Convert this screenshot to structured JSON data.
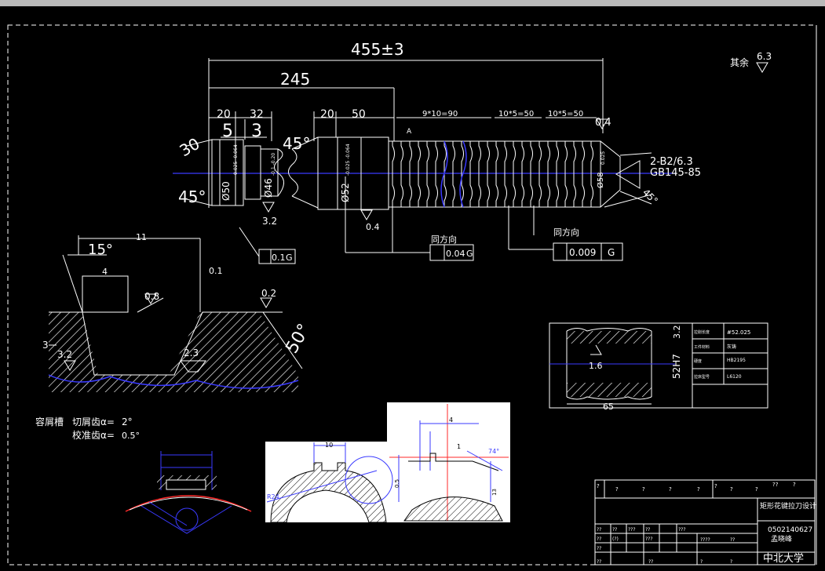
{
  "dims": {
    "total": "455±3",
    "d245": "245",
    "d20a": "20",
    "d32": "32",
    "d5": "5",
    "d3": "3",
    "d20b": "20",
    "d50": "50",
    "pitch1": "9*10=90",
    "pitch2": "10*5=50",
    "pitch3": "10*5=50",
    "d04": "0.4",
    "a30": "30",
    "a45a": "45°",
    "a45b": "45°",
    "a45c": "45°",
    "phi50": "Ø50",
    "tol50": "-0.025 -0.064",
    "phi46": "Ø46",
    "tol46": "-0.1 -0.20",
    "phi52": "Ø52",
    "tol52": "-0.025 -0.064",
    "phi58": "Ø58",
    "tol58": "0.025",
    "r32": "3.2",
    "r04": "0.4",
    "center": "2-B2/6.3",
    "gb": "GB145-85",
    "tol1": "0.1",
    "datum": "G",
    "same1": "同方向",
    "tol2": "0.04",
    "same2": "同方向",
    "tol3": "0.009",
    "mark_a": "A"
  },
  "rest": {
    "label": "其余",
    "value": "6.3"
  },
  "tooth": {
    "d11": "11",
    "d15": "15°",
    "d4": "4",
    "d01": "0.1",
    "r08": "0.8",
    "r02": "0.2",
    "a50": "50°",
    "d3": "3",
    "r32": "3.2",
    "r23": "2.3"
  },
  "note": {
    "line1_label": "容屑槽",
    "line1_mid": "切屑齿α=",
    "line1_val": "2°",
    "line2_mid": "校准齿α=",
    "line2_val": "0.5°"
  },
  "section": {
    "dim1": "52H7",
    "dim2": "3.2",
    "dim3": "1.6",
    "dim4": "65",
    "params": [
      {
        "label": "拉削长度",
        "value": "#52.025"
      },
      {
        "label": "工件材料",
        "value": "灰铸"
      },
      {
        "label": "硬度",
        "value": "HB2195"
      },
      {
        "label": "拉床型号",
        "value": "L6120"
      }
    ]
  },
  "inset1": {
    "d10": "10",
    "d824": "R24"
  },
  "inset2": {
    "d4": "4",
    "d1": "1",
    "a74": "74°",
    "d05": "0.5",
    "d13": "13"
  },
  "title": {
    "name": "矩形花键拉刀设计",
    "number": "0502140627",
    "author": "孟晓峰",
    "school": "中北大学",
    "q": "?",
    "qq": "??",
    "qqq": "???",
    "qqqq": "????",
    "weight_hint": "(?)"
  }
}
